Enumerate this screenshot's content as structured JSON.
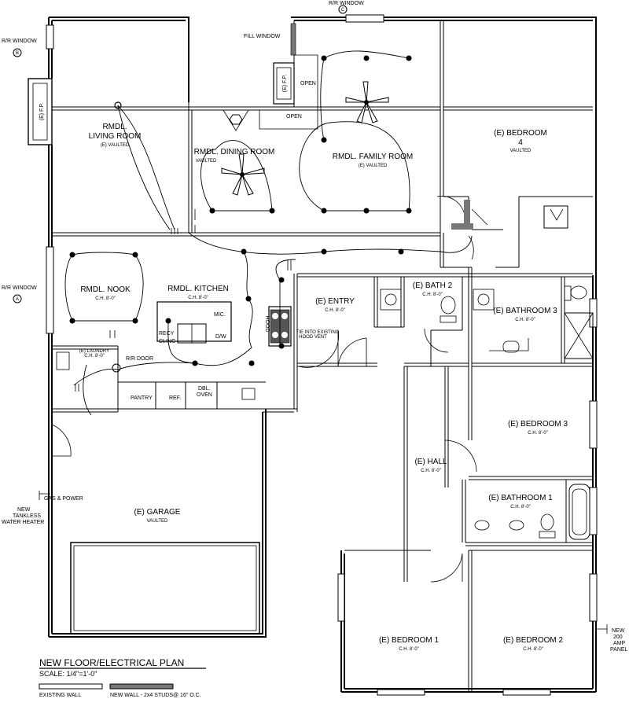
{
  "title": "NEW FLOOR/ELECTRICAL PLAN",
  "scale": "SCALE: 1/4\"=1'-0\"",
  "legend": {
    "existing_wall": "EXISTING WALL",
    "new_wall": "NEW WALL - 2x4 STUDS@ 16\" O.C."
  },
  "rooms": {
    "living": {
      "name1": "RMDL.",
      "name2": "LIVING ROOM",
      "sub": "(E) VAULTED"
    },
    "dining": {
      "name": "RMDL. DINING ROOM",
      "sub": "VAULTED"
    },
    "family": {
      "name": "RMDL. FAMILY ROOM",
      "sub": "(E) VAULTED"
    },
    "bedroom4": {
      "name1": "(E) BEDROOM",
      "name2": "4",
      "sub": "VAULTED"
    },
    "nook": {
      "name": "RMDL. NOOK",
      "sub": "C.H. 8'-0\""
    },
    "kitchen": {
      "name": "RMDL. KITCHEN",
      "sub": "C.H. 8'-0\""
    },
    "entry": {
      "name": "(E) ENTRY",
      "sub": "C.H. 8'-0\""
    },
    "bath2": {
      "name": "(E) BATH 2",
      "sub": "C.H. 8'-0\""
    },
    "bathroom3": {
      "name": "(E) BATHROOM 3",
      "sub": "C.H. 8'-0\""
    },
    "bedroom3": {
      "name": "(E) BEDROOM 3",
      "sub": "C.H. 8'-0\""
    },
    "hall": {
      "name": "(E) HALL",
      "sub": "C.H. 8'-0\""
    },
    "bathroom1": {
      "name": "(E) BATHROOM 1",
      "sub": "C.H. 8'-0\""
    },
    "garage": {
      "name": "(E) GARAGE",
      "sub": "VAULTED"
    },
    "bedroom1": {
      "name": "(E) BEDROOM 1",
      "sub": "C.H. 8'-0\""
    },
    "bedroom2": {
      "name": "(E) BEDROOM 2",
      "sub": "C.H. 8'-0\""
    }
  },
  "labels": {
    "rr_window": "R/R WINDOW",
    "marker_a": "A",
    "marker_b": "B",
    "marker_c": "C",
    "fill_window": "FILL WINDOW",
    "fp": "(E) F.P.",
    "open": "OPEN",
    "mic": "MIC.",
    "dw": "D/W",
    "recy": "RECY",
    "cling": "CLING",
    "hood": "HOOD",
    "tie_into": "TIE INTO EXISTING",
    "hood_vent": "HOOD VENT",
    "laundry": "(E) LAUNDRY",
    "laundry_ch": "C.H. 8'-0\"",
    "rr_door": "R/R DOOR",
    "pantry": "PANTRY",
    "ref": "REF.",
    "dbl": "DBL.",
    "oven": "OVEN",
    "gas_power": "GAS & POWER",
    "new": "NEW",
    "tankless": "TANKLESS",
    "water_heater": "WATER HEATER",
    "amp200": "200",
    "amp": "AMP",
    "panel": "PANEL"
  }
}
